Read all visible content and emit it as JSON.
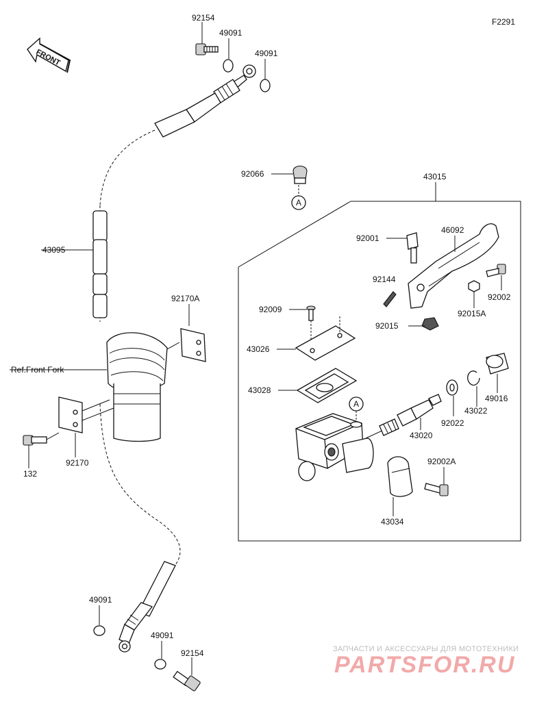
{
  "figure_code": "F2291",
  "front_label": "FRONT",
  "ref_label": "Ref.Front Fork",
  "callouts": {
    "p92154_top": "92154",
    "p49091_a": "49091",
    "p49091_b": "49091",
    "p92066": "92066",
    "p43015": "43015",
    "p43095": "43095",
    "p92001": "92001",
    "p46092": "46092",
    "p92144": "92144",
    "p92002": "92002",
    "p92015A": "92015A",
    "p92015": "92015",
    "p92009": "92009",
    "p92170A": "92170A",
    "p43026": "43026",
    "p43028": "43028",
    "p49016": "49016",
    "p43022": "43022",
    "p92022": "92022",
    "p43020": "43020",
    "p92002A": "92002A",
    "p43034": "43034",
    "p132": "132",
    "p92170": "92170",
    "p49091_c": "49091",
    "p49091_d": "49091",
    "p92154_bottom": "92154"
  },
  "ref_marker": "A",
  "watermark": {
    "tagline": "ЗАПЧАСТИ И АКСЕССУАРЫ ДЛЯ МОТОТЕХНИКИ",
    "brand": "PARTSFOR.RU"
  }
}
